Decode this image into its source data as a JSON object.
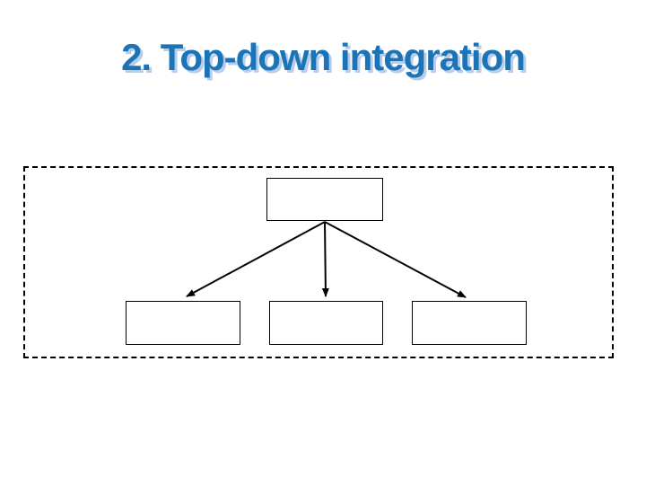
{
  "slide": {
    "title": "2. Top-down integration",
    "title_color": "#1b74b8",
    "title_shadow_color": "#b7cde8",
    "background_color": "#ffffff"
  },
  "diagram": {
    "type": "tree",
    "description": "top-down integration hierarchy",
    "boundary_style": "dashed-rectangle",
    "line_color": "#000000",
    "box_fill": "#ffffff",
    "box_border_color": "#000000",
    "nodes": [
      {
        "id": "top",
        "label": ""
      },
      {
        "id": "child-1",
        "label": ""
      },
      {
        "id": "child-2",
        "label": ""
      },
      {
        "id": "child-3",
        "label": ""
      }
    ],
    "edges": [
      {
        "from": "top",
        "to": "child-1",
        "arrow": true
      },
      {
        "from": "top",
        "to": "child-2",
        "arrow": true
      },
      {
        "from": "top",
        "to": "child-3",
        "arrow": true
      }
    ]
  }
}
